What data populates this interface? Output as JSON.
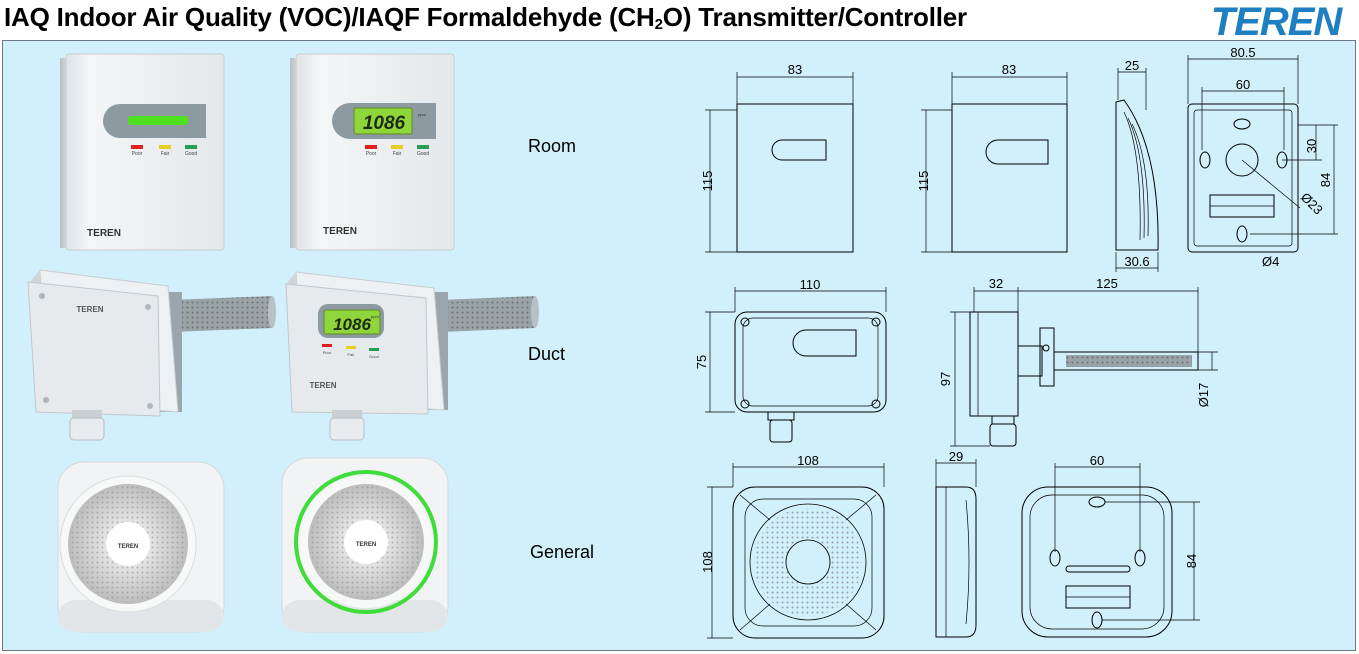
{
  "header": {
    "title_pre": "IAQ Indoor Air Quality (VOC)/IAQF Formaldehyde (CH",
    "title_sub": "2",
    "title_post": "O) Transmitter/Controller",
    "logo_text": "TEREN"
  },
  "rows": {
    "room": "Room",
    "duct": "Duct",
    "general": "General"
  },
  "device": {
    "brand": "TEREN",
    "display_value": "1086",
    "display_unit": "ppm",
    "indicators": [
      "Poor",
      "Fair",
      "Good"
    ]
  },
  "colors": {
    "panel_bg": "#d2f0fb",
    "logo_blue": "#1e7fc2",
    "lcd_green": "#8fd63a",
    "led_red": "#e02020",
    "led_yellow": "#e8d020",
    "led_green": "#22a050"
  },
  "dimensions": {
    "room": {
      "front_width": "83",
      "front_height": "115",
      "front2_width": "83",
      "front2_height": "115",
      "side_top": "25",
      "side_bottom": "30.6",
      "back_width": "80.5",
      "back_inner": "60",
      "back_height": "84",
      "back_offset": "30",
      "back_hole": "Ø23",
      "back_screw": "Ø4"
    },
    "duct": {
      "front_width": "110",
      "front_height": "75",
      "side_depth": "32",
      "probe_length": "125",
      "side_height": "97",
      "probe_diameter": "Ø17"
    },
    "general": {
      "front_width": "108",
      "front_height": "108",
      "side_depth": "29",
      "back_inner": "60",
      "back_height": "84"
    }
  }
}
